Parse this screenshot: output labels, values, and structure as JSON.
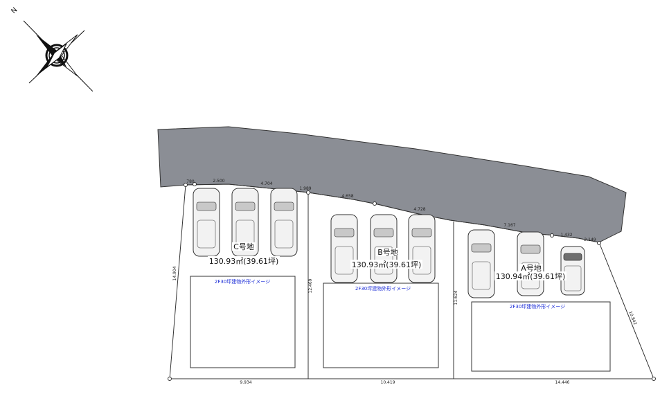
{
  "compass": {
    "north_label": "N"
  },
  "road": {
    "color": "#8b8e95"
  },
  "lots": [
    {
      "name": "C号地",
      "area": "130.93㎡(39.61坪)",
      "building_label": "2F30坪建物外形イメージ"
    },
    {
      "name": "B号地",
      "area": "130.93㎡(39.61坪)",
      "building_label": "2F30坪建物外形イメージ"
    },
    {
      "name": "A号地",
      "area": "130.94㎡(39.61坪)",
      "building_label": "2F30坪建物外形イメージ"
    }
  ],
  "dimensions": {
    "top": [
      "780",
      "2.500",
      "4.704",
      "1.989",
      "4.658",
      "4.728",
      "7.167",
      "1.432",
      "2.149"
    ],
    "bottom": [
      "9.934",
      "10.419",
      "14.446"
    ],
    "side_left": "14.904",
    "divider_cb": "12.469",
    "divider_ba": "11.624",
    "side_right": "10.842"
  },
  "colors": {
    "building_label": "#1a2bd6",
    "line": "#333333"
  }
}
